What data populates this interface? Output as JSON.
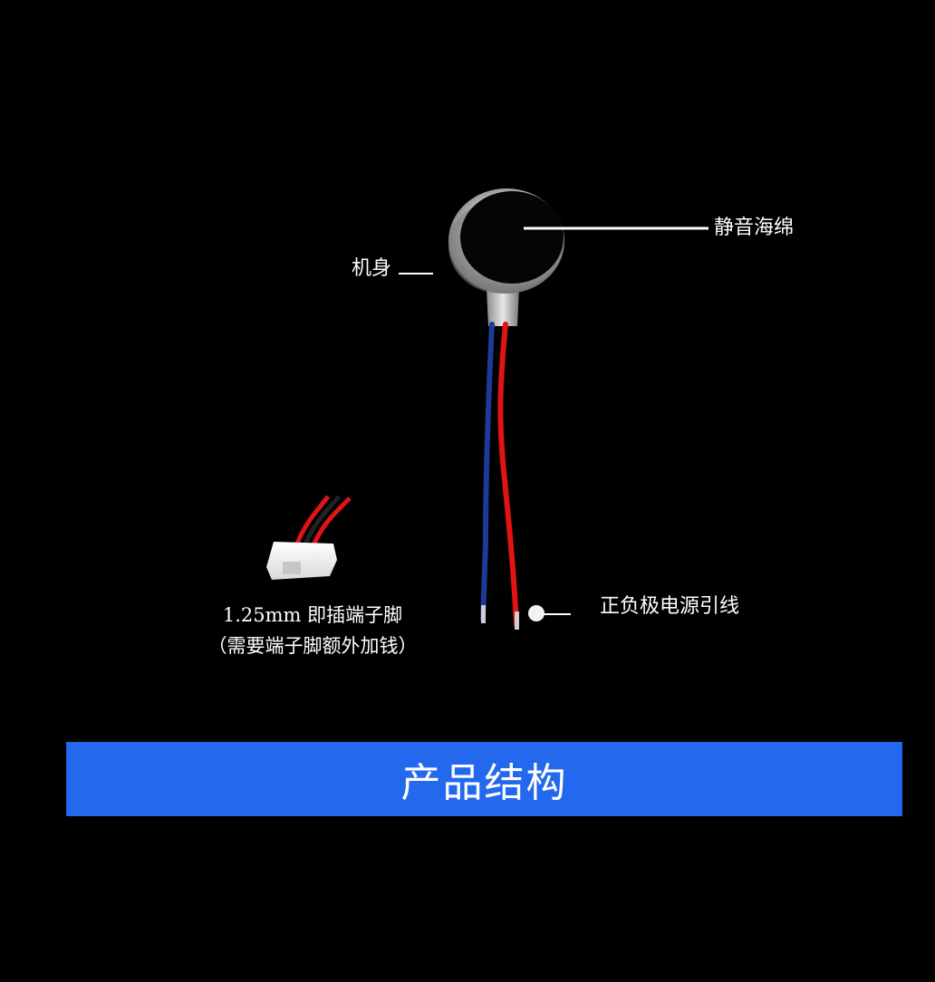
{
  "colors": {
    "background": "#000000",
    "banner": "#2468ee",
    "text": "#ffffff",
    "wire_red": "#e01414",
    "wire_blue": "#1d3a9a"
  },
  "labels": {
    "sponge": "静音海绵",
    "body": "机身",
    "leads": "正负极电源引线"
  },
  "connector": {
    "line1": "1.25mm 即插端子脚",
    "line2": "（需要端子脚额外加钱）"
  },
  "banner": {
    "title": "产品结构"
  },
  "icons": {
    "motor": "coin-vibration-motor",
    "connector": "jst-connector",
    "lead_tip": "lead-end-dot"
  }
}
